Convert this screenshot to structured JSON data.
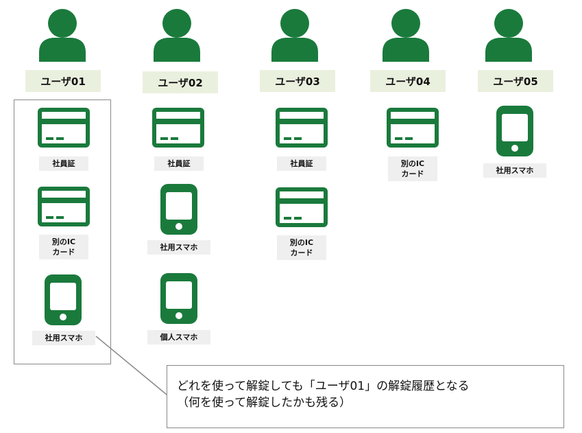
{
  "users": [
    {
      "label": "ユーザ01",
      "devices": [
        {
          "type": "card",
          "lines": [
            "社員証"
          ]
        },
        {
          "type": "card",
          "lines": [
            "別のIC",
            "カード"
          ]
        },
        {
          "type": "phone",
          "lines": [
            "社用スマホ"
          ]
        }
      ]
    },
    {
      "label": "ユーザ02",
      "devices": [
        {
          "type": "card",
          "lines": [
            "社員証"
          ]
        },
        {
          "type": "phone",
          "lines": [
            "社用スマホ"
          ]
        },
        {
          "type": "phone",
          "lines": [
            "個人スマホ"
          ]
        }
      ]
    },
    {
      "label": "ユーザ03",
      "devices": [
        {
          "type": "card",
          "lines": [
            "社員証"
          ]
        },
        {
          "type": "card",
          "lines": [
            "別のIC",
            "カード"
          ]
        }
      ]
    },
    {
      "label": "ユーザ04",
      "devices": [
        {
          "type": "card",
          "lines": [
            "別のIC",
            "カード"
          ]
        }
      ]
    },
    {
      "label": "ユーザ05",
      "devices": [
        {
          "type": "phone",
          "lines": [
            "社用スマホ"
          ]
        }
      ]
    }
  ],
  "callout": {
    "line1": "どれを使って解錠しても「ユーザ01」の解錠履歴となる",
    "line2": "（何を使って解錠したかも残る）"
  },
  "colors": {
    "icon": "#1a7a3c",
    "user_label_bg": "#eaf0de",
    "device_label_bg": "#efefef",
    "border": "#888888"
  }
}
